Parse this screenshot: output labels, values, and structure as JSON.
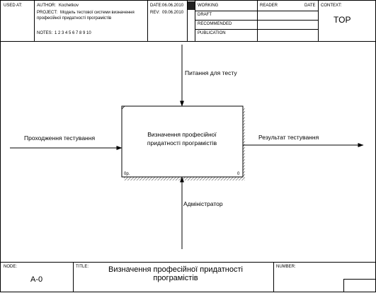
{
  "header": {
    "used_at": "USED AT:",
    "author_label": "AUTHOR:",
    "author": "Kochetkov",
    "date_label": "DATE:",
    "date": "06.06.2010",
    "project_label": "PROJECT:",
    "project_line1": "Модель тестової системи визначення",
    "project_line2": "професійної придатності програмістів",
    "rev_label": "REV:",
    "rev": "09.06.2010",
    "notes_label": "NOTES:",
    "notes": "1  2  3  4  5  6  7  8  9  10",
    "status": [
      "WORKING",
      "DRAFT",
      "RECOMMENDED",
      "PUBLICATION"
    ],
    "reader_label": "READER",
    "reader_date_label": "DATE",
    "context_label": "CONTEXT:",
    "context_value": "TOP"
  },
  "diagram": {
    "activity_line1": "Визначення професійної",
    "activity_line2": "придатності програмістів",
    "cost": "0р.",
    "box_number": "0",
    "input_label": "Проходження тестування",
    "control_label": "Питання для тесту",
    "output_label": "Результат тестування",
    "mechanism_label": "Адміністратор"
  },
  "footer": {
    "node_label": "NODE:",
    "node": "A-0",
    "title_label": "TITLE:",
    "title_line1": "Визначення професійної  придатності",
    "title_line2": "програмістів",
    "number_label": "NUMBER:"
  }
}
